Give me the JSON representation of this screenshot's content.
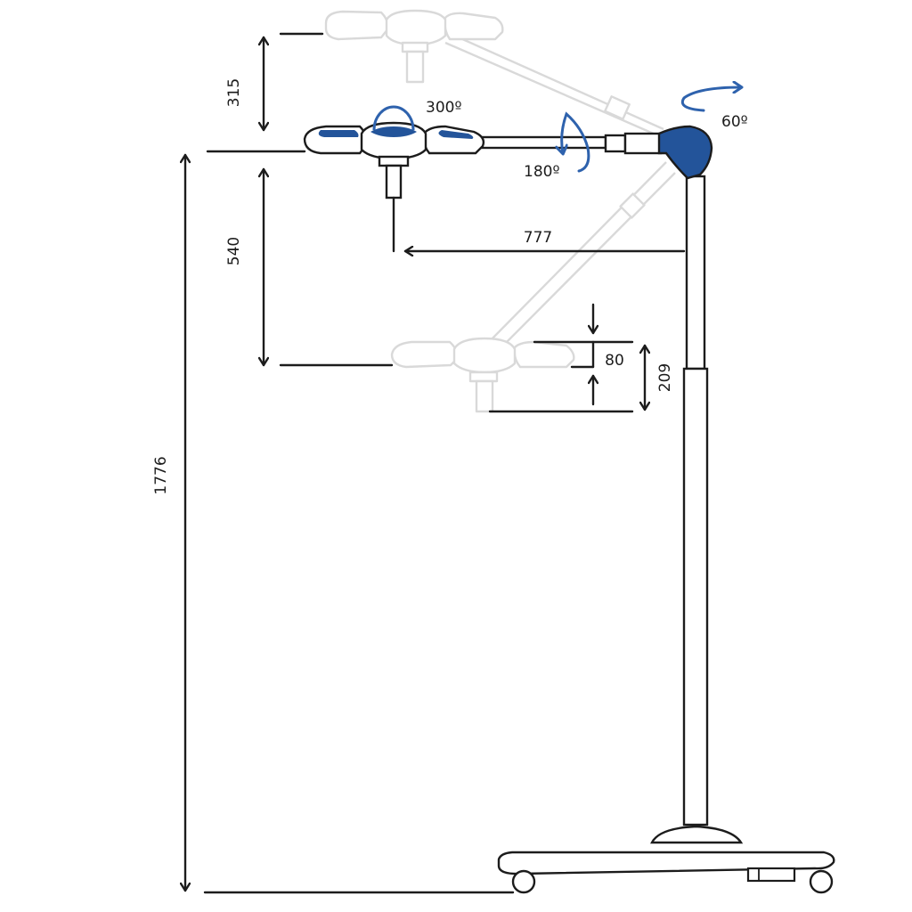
{
  "dimensions": {
    "head_raise": "315",
    "head_drop": "540",
    "reach": "777",
    "overall_height": "1776",
    "height_adjust": "209",
    "fine_adjust": "80"
  },
  "rotations": {
    "head_swivel": "300º",
    "arm_rotation": "180º",
    "joint_tilt": "60º"
  },
  "colors": {
    "accent": "#23549a",
    "line": "#1c1c1c",
    "ghost": "#d9d9d9"
  }
}
